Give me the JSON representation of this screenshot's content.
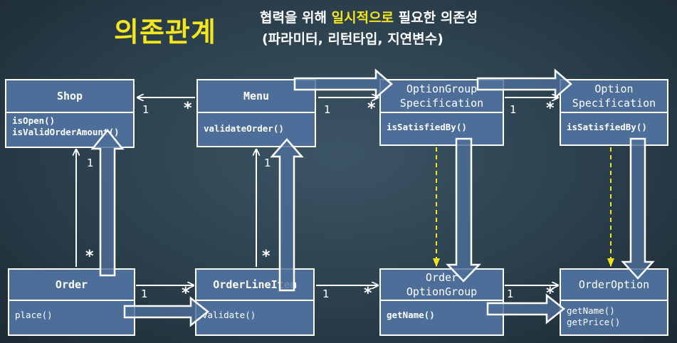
{
  "header": {
    "title": "의존관계",
    "subtitle_line1_pre": "협력을 위해 ",
    "subtitle_line1_highlight": "일시적으로",
    "subtitle_line1_post": " 필요한 의존성",
    "subtitle_line2": "(파라미터, 리턴타입, 지연변수)"
  },
  "classes": {
    "shop": {
      "name": "Shop",
      "ops": [
        "isOpen()",
        "isValidOrderAmount()"
      ]
    },
    "menu": {
      "name": "Menu",
      "ops": [
        "validateOrder()"
      ]
    },
    "option_group_spec": {
      "name_line1": "OptionGroup",
      "name_line2": "Specification",
      "ops": [
        "isSatisfiedBy()"
      ]
    },
    "option_spec": {
      "name_line1": "Option",
      "name_line2": "Specification",
      "ops": [
        "isSatisfiedBy()"
      ]
    },
    "order": {
      "name": "Order",
      "ops": [
        "place()"
      ]
    },
    "order_line_item": {
      "name": "OrderLineItem",
      "ops": [
        "validate()"
      ]
    },
    "order_option_group": {
      "name_line1": "Order",
      "name_line2": "OptionGroup",
      "ops": [
        "getName()"
      ]
    },
    "order_option": {
      "name": "OrderOption",
      "ops": [
        "getName()",
        "getPrice()"
      ]
    }
  },
  "multiplicity": {
    "one": "1",
    "many": "*"
  },
  "colors": {
    "background": "#2b3f4c",
    "class_fill": "#4d6e98",
    "class_border": "#ffffff",
    "title": "#f5e51d",
    "dependency_line": "#f5e51d",
    "flow_arrow_fill": "#4d6e98"
  }
}
